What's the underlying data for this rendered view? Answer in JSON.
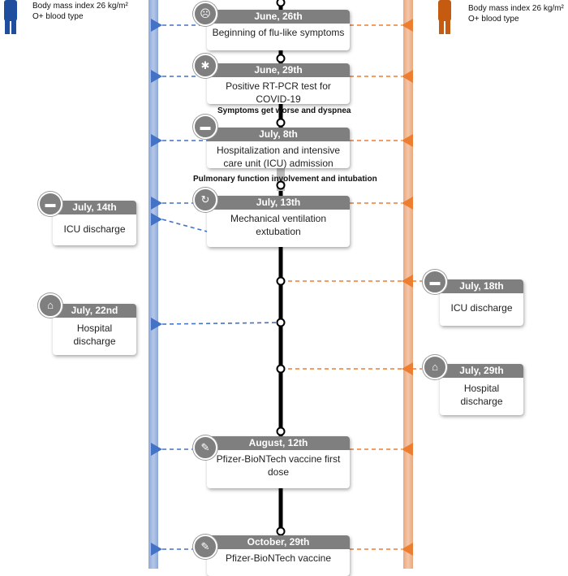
{
  "patients": {
    "left": {
      "bmi": "Body mass index 26 kg/m²",
      "blood": "O+ blood type",
      "color": "#1f4e9e"
    },
    "right": {
      "bmi": "Body mass index 26 kg/m²",
      "blood": "O+ blood type",
      "color": "#c55a11"
    }
  },
  "center_events": [
    {
      "date": "June, 26th",
      "text": "Beginning of flu-like symptoms",
      "icon": "sick-person-icon"
    },
    {
      "date": "June, 29th",
      "text": "Positive RT-PCR test for COVID-19",
      "icon": "virus-test-icon"
    },
    {
      "date": "July, 8th",
      "text": "Hospitalization and intensive care unit (ICU) admission",
      "icon": "hospital-bed-icon"
    },
    {
      "date": "July, 13th",
      "text": "Mechanical ventilation extubation",
      "icon": "ventilation-icon"
    },
    {
      "date": "August, 12th",
      "text": "Pfizer-BioNTech vaccine first dose",
      "icon": "vaccine-icon"
    },
    {
      "date": "October, 29th",
      "text": "Pfizer-BioNTech vaccine",
      "icon": "vaccine-icon"
    }
  ],
  "notes": {
    "worse": "Symptoms get worse and dyspnea",
    "pulmonary": "Pulmonary function involvement and intubation"
  },
  "left_events": [
    {
      "date": "July, 14th",
      "text": "ICU discharge",
      "icon": "hospital-bed-icon"
    },
    {
      "date": "July, 22nd",
      "text": "Hospital discharge",
      "icon": "house-icon"
    }
  ],
  "right_events": [
    {
      "date": "July, 18th",
      "text": "ICU discharge",
      "icon": "hospital-bed-icon"
    },
    {
      "date": "July, 29th",
      "text": "Hospital discharge",
      "icon": "house-icon"
    }
  ],
  "colors": {
    "blue": "#4472c4",
    "orange": "#ed7d31",
    "card_header": "#7f7f7f"
  }
}
